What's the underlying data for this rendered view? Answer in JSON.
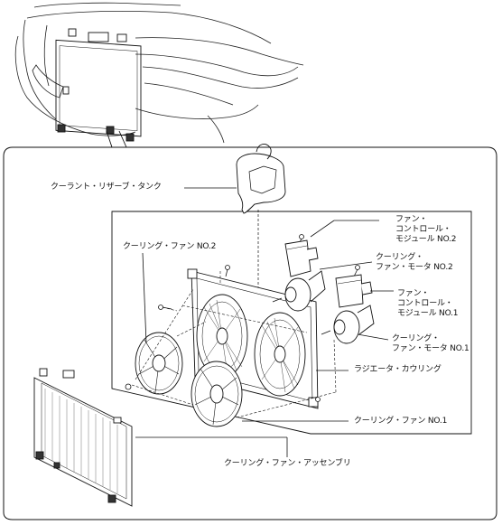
{
  "labels": {
    "coolant_reserve_tank": "クーラント・リザーブ・タンク",
    "cooling_fan_no2": "クーリング・ファン NO.2",
    "fan_control_module_no2": [
      "ファン・",
      "コントロール・",
      "モジュール NO.2"
    ],
    "cooling_fan_motor_no2": [
      "クーリング・",
      "ファン・モータ NO.2"
    ],
    "fan_control_module_no1": [
      "ファン・",
      "コントロール・",
      "モジュール NO.1"
    ],
    "cooling_fan_motor_no1": [
      "クーリング・",
      "ファン・モータ NO.1"
    ],
    "radiator_shroud": "ラジエータ・カウリング",
    "cooling_fan_no1": "クーリング・ファン NO.1",
    "cooling_fan_assembly": "クーリング・ファン・アッセンブリ"
  }
}
